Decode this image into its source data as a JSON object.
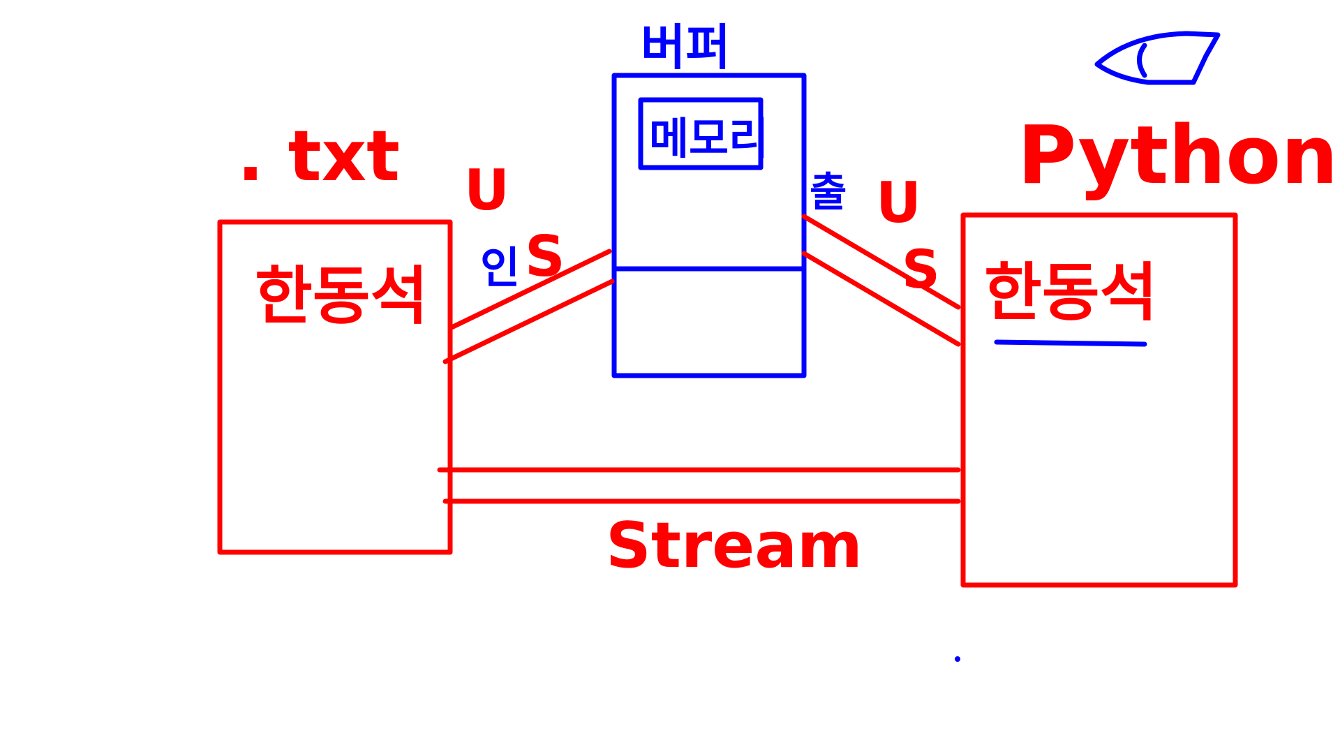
{
  "colors": {
    "red": "#ff0000",
    "blue": "#0000ff",
    "background": "#ffffff"
  },
  "labels": {
    "txt": ". txt",
    "python": "Python",
    "left_box_text": "한동석",
    "right_box_text": "한동석",
    "buffer": "버퍼",
    "memory": "메모리",
    "decode_u": "U",
    "decode_s": "S",
    "decode_label": "인",
    "encode_label": "출",
    "encode_u": "U",
    "encode_s": "S",
    "stream": "Stream"
  },
  "icons": {
    "top_right": "eye-icon"
  }
}
